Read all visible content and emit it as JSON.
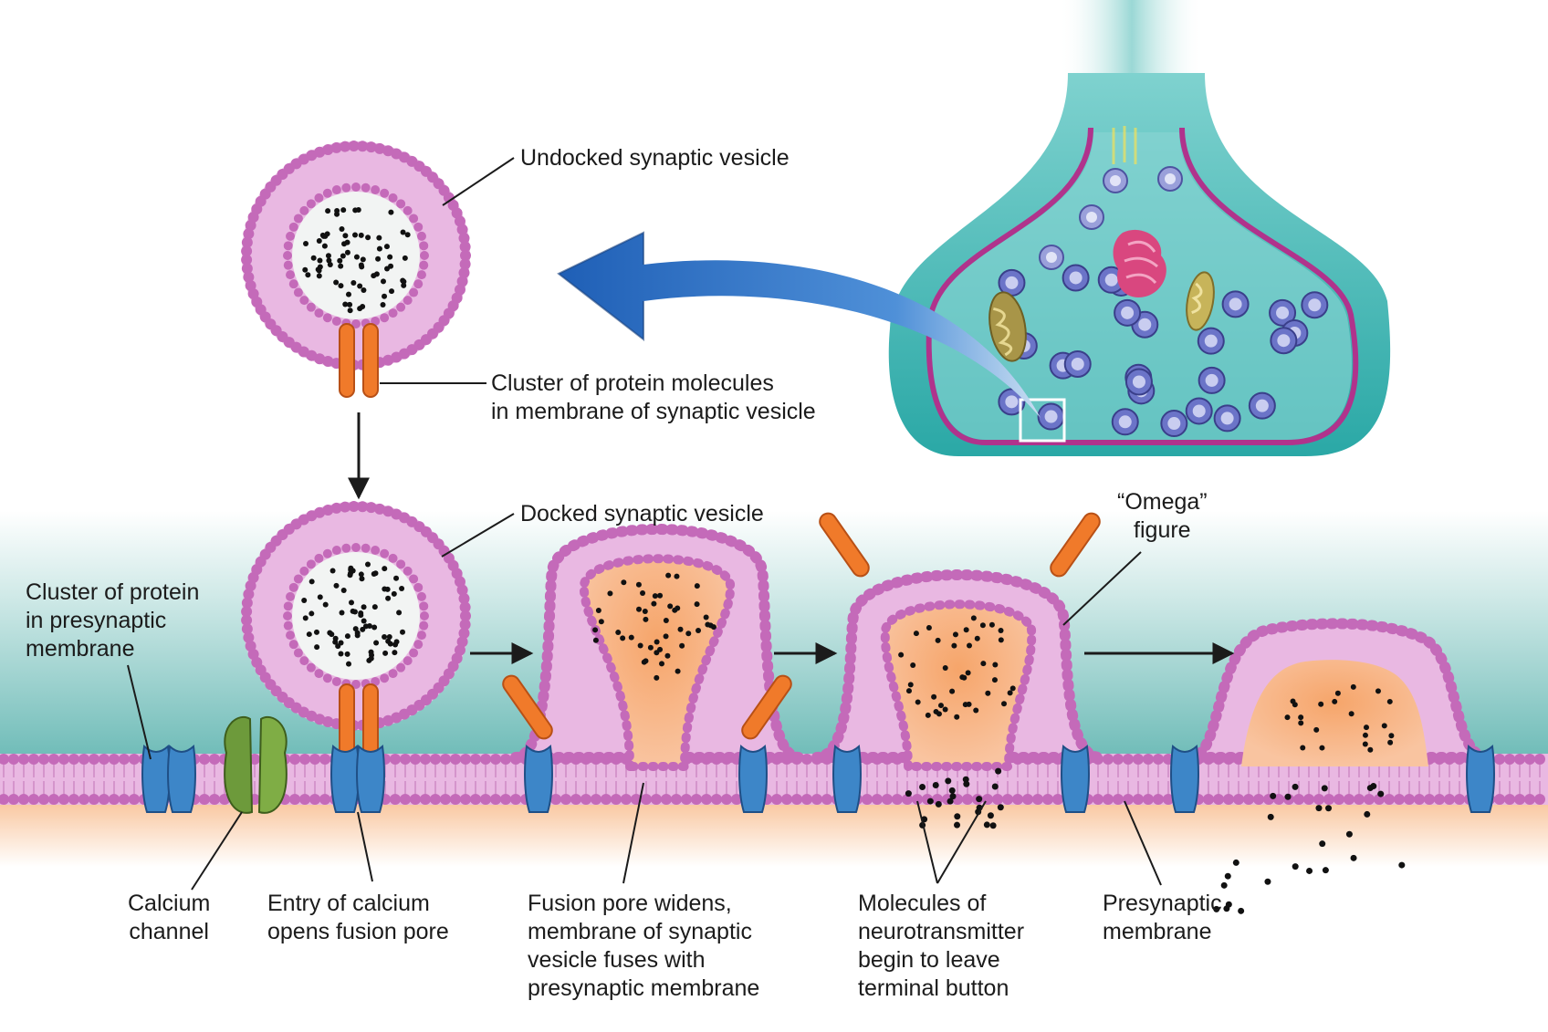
{
  "labels": {
    "undocked": [
      "Undocked synaptic vesicle"
    ],
    "protein_vesicle": [
      "Cluster of protein molecules",
      "in membrane of synaptic vesicle"
    ],
    "docked": [
      "Docked synaptic vesicle"
    ],
    "omega": [
      "“Omega”",
      "figure"
    ],
    "protein_presynaptic": [
      "Cluster of protein",
      "in presynaptic",
      "membrane"
    ],
    "calcium_channel": [
      "Calcium",
      "channel"
    ],
    "calcium_entry": [
      "Entry of calcium",
      "opens fusion pore"
    ],
    "fusion_pore": [
      "Fusion pore widens,",
      "membrane of synaptic",
      "vesicle fuses with",
      "presynaptic membrane"
    ],
    "molecules": [
      "Molecules of",
      "neurotransmitter",
      "begin to leave",
      "terminal button"
    ],
    "presynaptic_membrane": [
      "Presynaptic",
      "membrane"
    ]
  },
  "colors": {
    "lipid_head": "#c46ab9",
    "lipid_tail": "#e9b8e2",
    "vesicle_interior": "#f2f4f3",
    "cytoplasm_teal": "#7fc7c3",
    "extracellular_peach": "#f9c9a4",
    "fusion_interior": "#f7b37f",
    "protein_orange": "#f07a2a",
    "channel_blue": "#3d86c8",
    "calcium_channel_green": "#6d9a3b",
    "terminal_teal": "#3fb8b6",
    "terminal_outline": "#b0338c",
    "big_arrow_blue": "#2f6fc0",
    "mitochondrion": "#a89548",
    "golgi_pink": "#d9477f",
    "neurotransmitter_black": "#111111"
  }
}
